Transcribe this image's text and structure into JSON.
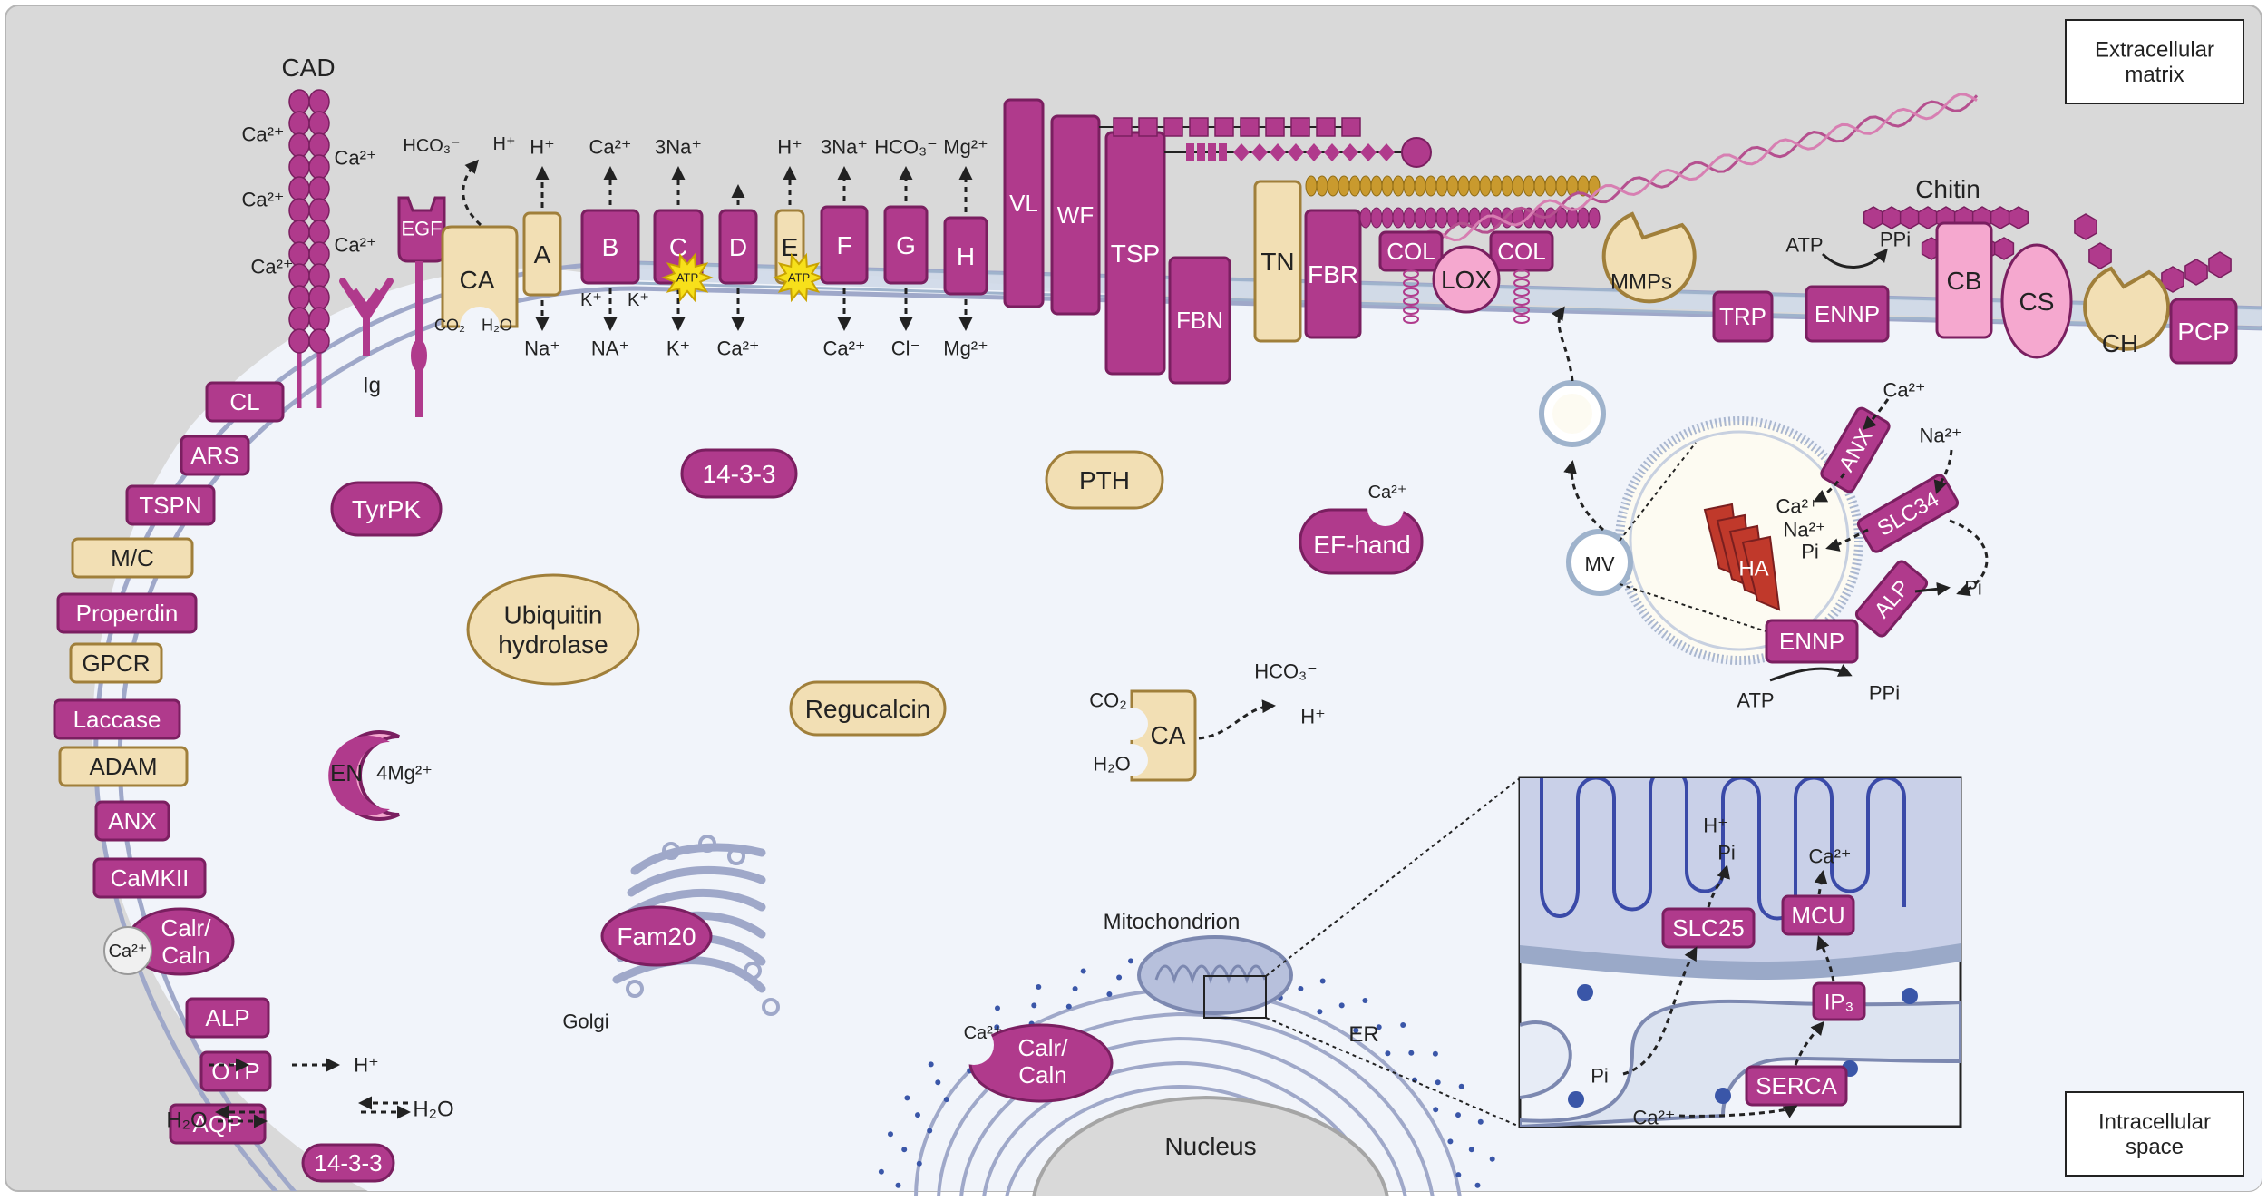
{
  "colors": {
    "magenta": "#b03a8c",
    "magenta_dark": "#7a1f60",
    "tan_fill": "#f2dfb4",
    "tan_stroke": "#a07f3a",
    "pink_fill": "#f5a8cf",
    "extracellular_bg": "#d9d9d9",
    "intracellular_bg": "#f1f4fa",
    "membrane": "#9fb3cc",
    "gold": "#c99a2e",
    "ha_red": "#c0392b"
  },
  "icons": [
    "atp-burst-icon",
    "vesicle-icon",
    "golgi-icon",
    "mitochondrion-icon",
    "nucleus-icon",
    "chitin-chain-icon",
    "hydroxyapatite-crystal-icon"
  ],
  "regions": {
    "extracellular": "Extracellular\nmatrix",
    "intracellular": "Intracellular\nspace"
  },
  "lateral_proteins": [
    {
      "label": "CL",
      "style": "magenta"
    },
    {
      "label": "ARS",
      "style": "magenta"
    },
    {
      "label": "TSPN",
      "style": "magenta"
    },
    {
      "label": "M/C",
      "style": "tan"
    },
    {
      "label": "Properdin",
      "style": "magenta"
    },
    {
      "label": "GPCR",
      "style": "tan"
    },
    {
      "label": "Laccase",
      "style": "magenta"
    },
    {
      "label": "ADAM",
      "style": "tan"
    },
    {
      "label": "ANX",
      "style": "magenta"
    },
    {
      "label": "CaMKII",
      "style": "magenta"
    },
    {
      "label": "ALP",
      "style": "magenta"
    },
    {
      "label": "OTP",
      "style": "magenta"
    },
    {
      "label": "AQP",
      "style": "magenta"
    },
    {
      "label": "14-3-3",
      "style": "magenta-pill"
    }
  ],
  "left_misc": {
    "calr_caln": "Calr/\nCaln",
    "ca_ion": "Ca²⁺",
    "otp_out": "H⁺",
    "aqp_left": "H₂O",
    "aqp_right": "H₂O"
  },
  "cad": {
    "title": "CAD",
    "ions": [
      "Ca²⁺",
      "Ca²⁺",
      "Ca²⁺",
      "Ca²⁺",
      "Ca²⁺"
    ]
  },
  "ig": {
    "label": "Ig"
  },
  "egf": {
    "label": "EGF"
  },
  "ca_membrane": {
    "label": "CA",
    "co2": "CO₂",
    "h2o": "H₂O",
    "hco3": "HCO₃⁻",
    "h": "H⁺"
  },
  "channels": [
    {
      "label": "A",
      "style": "tan",
      "top": "H⁺",
      "bottom": "Na⁺",
      "atp": false
    },
    {
      "label": "B",
      "style": "magenta",
      "top": "Ca²⁺",
      "bottom": "NA⁺",
      "side_l": "K⁺",
      "side_r": "K⁺",
      "atp": false
    },
    {
      "label": "C",
      "style": "magenta",
      "top": "3Na⁺",
      "bottom": "K⁺",
      "atp": true
    },
    {
      "label": "D",
      "style": "magenta",
      "top": "",
      "bottom": "Ca²⁺",
      "atp": false
    },
    {
      "label": "E",
      "style": "tan",
      "top": "H⁺",
      "bottom": "",
      "atp": true
    },
    {
      "label": "F",
      "style": "magenta",
      "top": "3Na⁺",
      "bottom": "Ca²⁺",
      "atp": false
    },
    {
      "label": "G",
      "style": "magenta",
      "top": "HCO₃⁻",
      "bottom": "Cl⁻",
      "atp": false
    },
    {
      "label": "H",
      "style": "magenta",
      "top": "Mg²⁺",
      "bottom": "Mg²⁺",
      "atp": false
    }
  ],
  "atp_label": "ATP",
  "matrix_proteins": {
    "vl": "VL",
    "wf": "WF",
    "tsp": "TSP",
    "fbn": "FBN",
    "tn": "TN",
    "fbr": "FBR",
    "col": "COL",
    "lox": "LOX",
    "mmps": "MMPs",
    "trp": "TRP",
    "ennp": "ENNP",
    "atp": "ATP",
    "ppi": "PPi",
    "chitin": "Chitin",
    "cb": "CB",
    "cs": "CS",
    "ch": "CH",
    "pcp": "PCP"
  },
  "cytoplasm": {
    "tyrpk": "TyrPK",
    "p1433": "14-3-3",
    "pth": "PTH",
    "ef_hand": "EF-hand",
    "ef_ca": "Ca²⁺",
    "ubiquitin": "Ubiquitin\nhydrolase",
    "regucalcin": "Regucalcin",
    "en": "EN",
    "en_mg": "4Mg²⁺",
    "fam20": "Fam20",
    "golgi": "Golgi",
    "ca2_label": "CA",
    "ca2_co2": "CO₂",
    "ca2_h2o": "H₂O",
    "ca2_hco3": "HCO₃⁻",
    "ca2_h": "H⁺",
    "mitochondrion": "Mitochondrion",
    "er": "ER",
    "nucleus": "Nucleus",
    "calr_caln": "Calr/\nCaln",
    "calr_ca": "Ca²⁺"
  },
  "mv": {
    "label": "MV",
    "anx": "ANX",
    "slc34": "SLC34",
    "alp": "ALP",
    "ennp": "ENNP",
    "ha": "HA",
    "ca_out": "Ca²⁺",
    "na_out": "Na²⁺",
    "ca_in": "Ca²⁺",
    "na_in": "Na²⁺",
    "pi_in": "Pi",
    "pi_out": "Pi",
    "atp": "ATP",
    "ppi": "PPi"
  },
  "inset": {
    "h": "H⁺",
    "pi_top": "Pi",
    "ca_top": "Ca²⁺",
    "slc25": "SLC25",
    "mcu": "MCU",
    "ip3": "IP₃",
    "serca": "SERCA",
    "pi_left": "Pi",
    "ca_bottom": "Ca²⁺"
  }
}
